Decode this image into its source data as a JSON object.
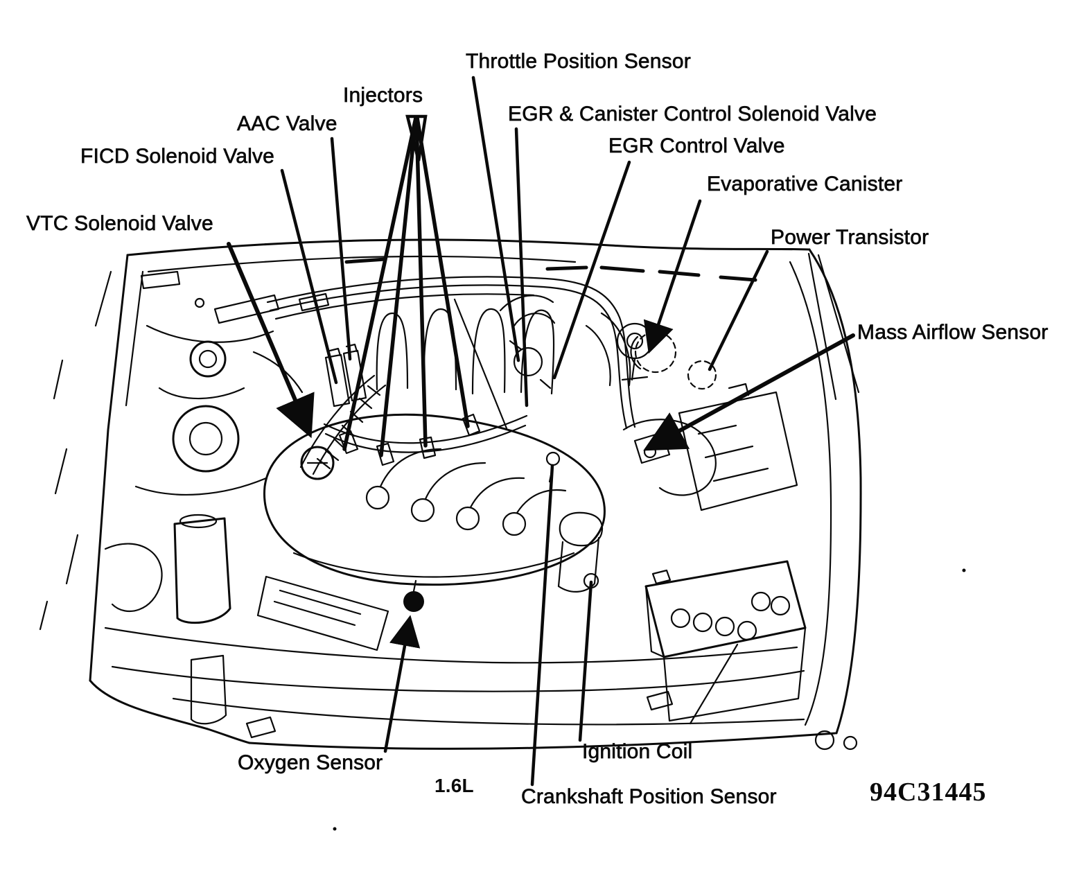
{
  "figure": {
    "displacement_label": "1.6L",
    "drawing_number": "94C31445"
  },
  "colors": {
    "ink": "#0a0a0a",
    "background": "#ffffff"
  },
  "labels": [
    {
      "id": "throttle-position-sensor",
      "text": "Throttle Position Sensor"
    },
    {
      "id": "injectors",
      "text": "Injectors"
    },
    {
      "id": "aac-valve",
      "text": "AAC Valve"
    },
    {
      "id": "ficd-solenoid-valve",
      "text": "FICD Solenoid Valve"
    },
    {
      "id": "vtc-solenoid-valve",
      "text": "VTC Solenoid Valve"
    },
    {
      "id": "egr-canister-control-solenoid-valve",
      "text": "EGR & Canister Control Solenoid Valve"
    },
    {
      "id": "egr-control-valve",
      "text": "EGR Control Valve"
    },
    {
      "id": "evaporative-canister",
      "text": "Evaporative Canister"
    },
    {
      "id": "power-transistor",
      "text": "Power Transistor"
    },
    {
      "id": "mass-airflow-sensor",
      "text": "Mass Airflow Sensor"
    },
    {
      "id": "oxygen-sensor",
      "text": "Oxygen Sensor"
    },
    {
      "id": "ignition-coil",
      "text": "Ignition Coil"
    },
    {
      "id": "crankshaft-position-sensor",
      "text": "Crankshaft Position Sensor"
    }
  ]
}
